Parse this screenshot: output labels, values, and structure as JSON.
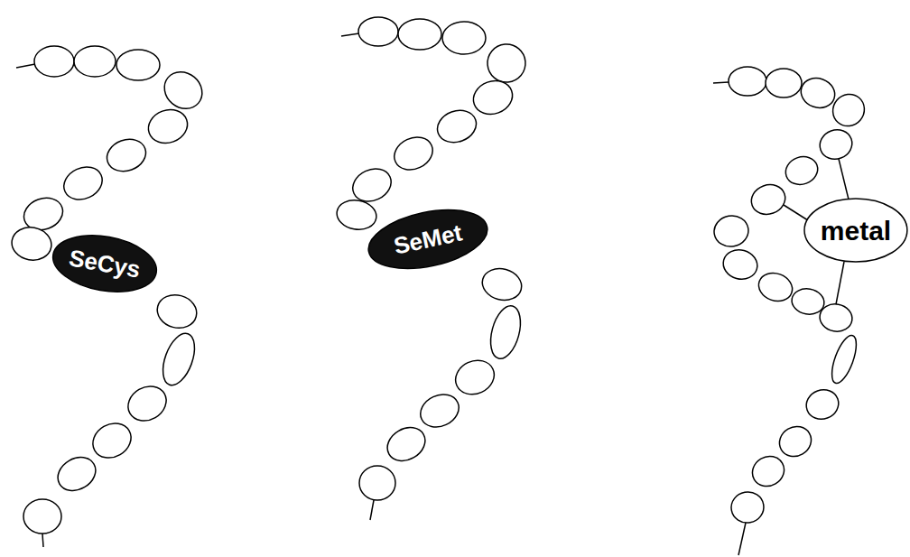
{
  "diagram": {
    "nodes": [
      {
        "text": [
          "SeCys"
        ]
      },
      {
        "text": [
          "SeMet"
        ]
      },
      {
        "text": [
          "metal"
        ]
      }
    ]
  }
}
